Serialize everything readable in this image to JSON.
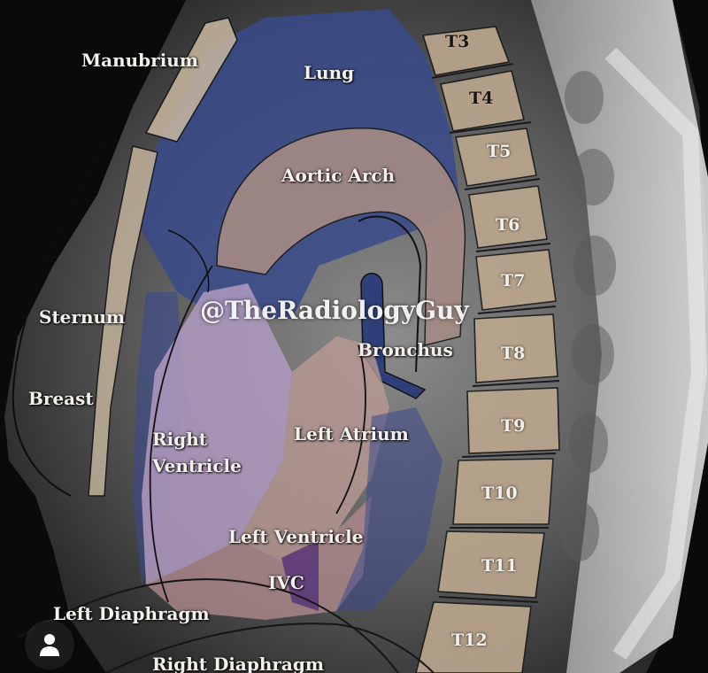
{
  "watermark": "@TheRadiologyGuy",
  "labels": {
    "manubrium": "Manubrium",
    "lung": "Lung",
    "aortic_arch": "Aortic Arch",
    "sternum": "Sternum",
    "breast": "Breast",
    "bronchus": "Bronchus",
    "right_ventricle_1": "Right",
    "right_ventricle_2": "Ventricle",
    "left_atrium": "Left Atrium",
    "left_ventricle": "Left Ventricle",
    "ivc": "IVC",
    "left_diaphragm": "Left Diaphragm",
    "right_diaphragm": "Right Diaphragm"
  },
  "vertebrae": [
    "T3",
    "T4",
    "T5",
    "T6",
    "T7",
    "T8",
    "T9",
    "T10",
    "T11",
    "T12"
  ],
  "colors": {
    "lung": "#3a4a8c",
    "aorta": "#a58b84",
    "right_ventricle": "#b29ac0",
    "left_atrium": "#b99a94",
    "left_ventricle": "#b0898c",
    "vertebra": "#bca78e",
    "sternum": "#c9b8a0",
    "bronchus": "#2f3f7a",
    "ivc": "#5b3a78",
    "background": "#0a0a0a"
  },
  "profile_icon": "person-icon"
}
